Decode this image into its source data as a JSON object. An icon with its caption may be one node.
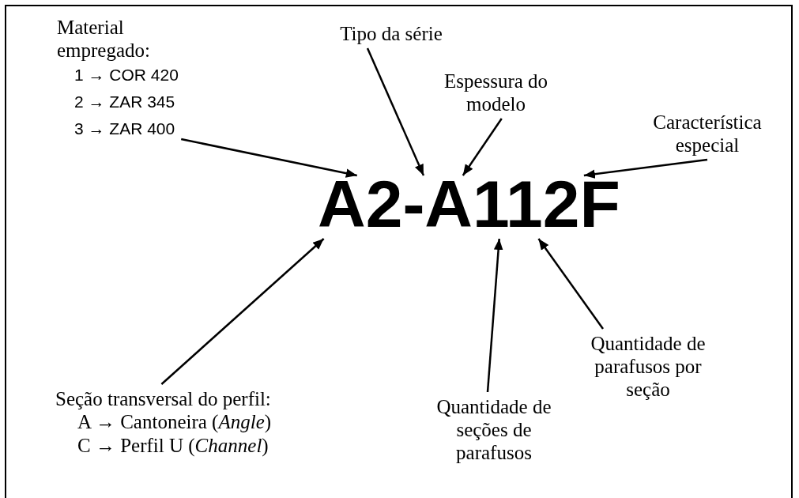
{
  "diagram": {
    "nodes": [
      {
        "text": [
          "Material empregado:",
          "1 → COR 420",
          "2 → ZAR 345",
          "3 → ZAR 400"
        ]
      },
      {
        "text": [
          "Tipo da série"
        ]
      },
      {
        "text": [
          "Espessura do modelo"
        ]
      },
      {
        "text": [
          "Característica especial"
        ]
      },
      {
        "text": [
          "A2-A112F"
        ]
      },
      {
        "text": [
          "Seção transversal do perfil:",
          "A → Cantoneira (*Angle*)",
          "C → Perfil U (*Channel*)"
        ]
      },
      {
        "text": [
          "Quantidade de seções de parafusos"
        ]
      },
      {
        "text": [
          "Quantidade de parafusos por seção"
        ]
      }
    ],
    "edges": [
      {
        "from": 0,
        "to": 4,
        "arrow": "to"
      },
      {
        "from": 1,
        "to": 4,
        "arrow": "to"
      },
      {
        "from": 2,
        "to": 4,
        "arrow": "to"
      },
      {
        "from": 3,
        "to": 4,
        "arrow": "to"
      },
      {
        "from": 5,
        "to": 4,
        "arrow": "to"
      },
      {
        "from": 6,
        "to": 4,
        "arrow": "to"
      },
      {
        "from": 7,
        "to": 4,
        "arrow": "to"
      }
    ]
  }
}
